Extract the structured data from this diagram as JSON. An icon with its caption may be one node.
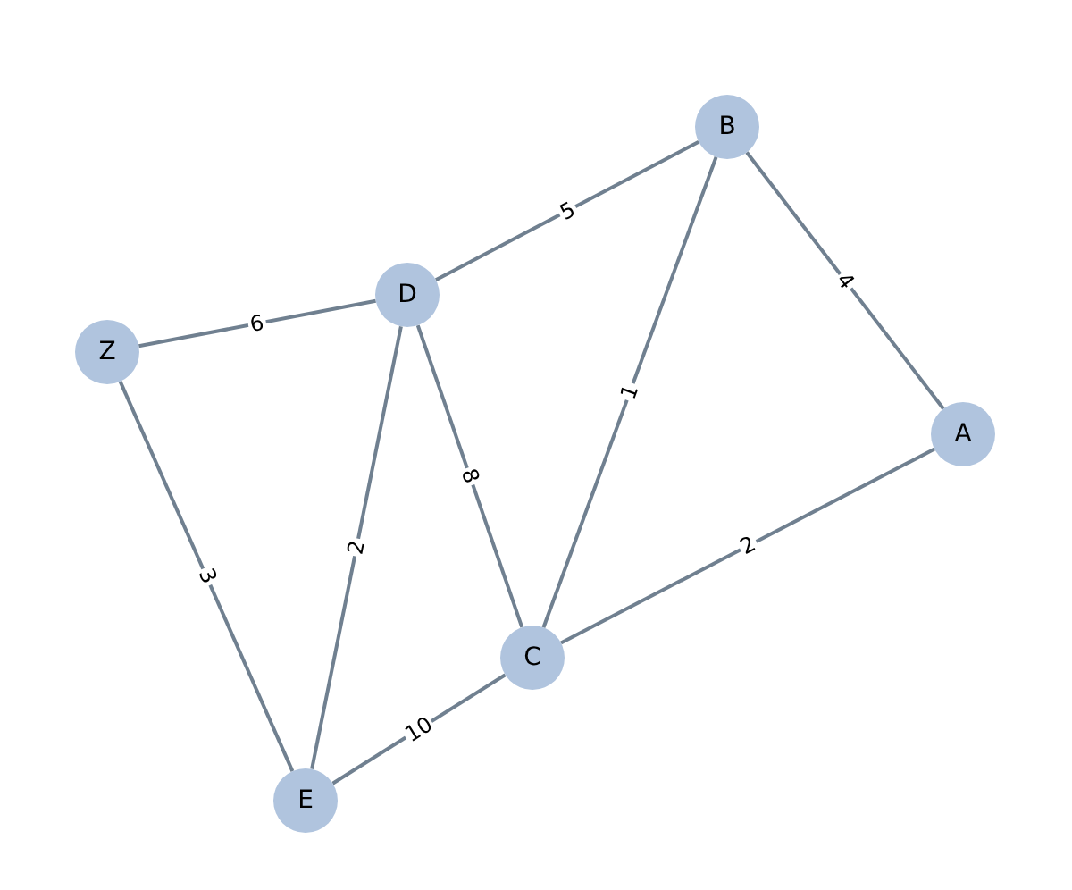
{
  "diagram": {
    "nodes": [
      {
        "text": [
          "A"
        ]
      },
      {
        "text": [
          "B"
        ]
      },
      {
        "text": [
          "C"
        ]
      },
      {
        "text": [
          "D"
        ]
      },
      {
        "text": [
          "E"
        ]
      },
      {
        "text": [
          "Z"
        ]
      }
    ],
    "edges": [
      {
        "from": 1,
        "to": 3,
        "arrow": "none",
        "label": "5"
      },
      {
        "from": 1,
        "to": 0,
        "arrow": "none",
        "label": "4"
      },
      {
        "from": 1,
        "to": 2,
        "arrow": "none",
        "label": "1"
      },
      {
        "from": 5,
        "to": 3,
        "arrow": "none",
        "label": "6"
      },
      {
        "from": 3,
        "to": 4,
        "arrow": "none",
        "label": "2"
      },
      {
        "from": 3,
        "to": 2,
        "arrow": "none",
        "label": "8"
      },
      {
        "from": 5,
        "to": 4,
        "arrow": "none",
        "label": "3"
      },
      {
        "from": 2,
        "to": 0,
        "arrow": "none",
        "label": "2"
      },
      {
        "from": 2,
        "to": 4,
        "arrow": "none",
        "label": "10"
      }
    ]
  }
}
